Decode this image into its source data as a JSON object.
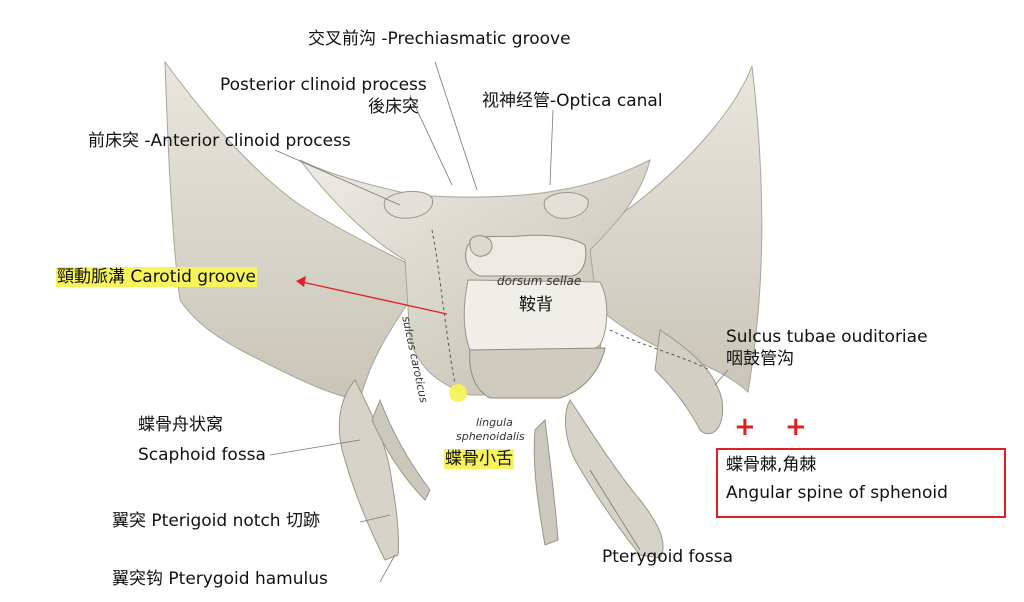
{
  "labels": {
    "prechiasmatic": "交叉前沟 -Prechiasmatic groove",
    "posterior_clinoid_en": "Posterior clinoid process",
    "posterior_clinoid_cn": "後床突",
    "optic_canal": "视神经管-Optica canal",
    "anterior_clinoid": "前床突 -Anterior clinoid process",
    "carotid_groove": "頸動脈溝 Carotid groove",
    "dorsum_sellae": "dorsum sellae",
    "dorsum_cn": "鞍背",
    "sulcus_caroticus": "sulcus caroticus",
    "sulcus_tubae_en": "Sulcus tubae ouditoriae",
    "sulcus_tubae_cn": "咽鼓管沟",
    "lingula_1": "lingula",
    "lingula_2": "sphenoidalis",
    "lingula_cn": "蝶骨小舌",
    "scaphoid_cn": "蝶骨舟状窝",
    "scaphoid_en": "Scaphoid fossa",
    "pterygoid_notch": "翼突 Pterigoid notch 切跡",
    "pterygoid_hamulus": "翼突钩 Pterygoid hamulus",
    "pterygoid_fossa": "Pterygoid fossa",
    "angular_spine_cn": "蝶骨棘,角棘",
    "angular_spine_en": "Angular spine of sphenoid",
    "plus_marks": "+ +"
  },
  "colors": {
    "highlight": "#f7f35a",
    "annotation_red": "#e02020",
    "bone": "#d9d6cc",
    "bone_shadow": "#b9b5a8",
    "bone_light": "#ebe9e2"
  }
}
